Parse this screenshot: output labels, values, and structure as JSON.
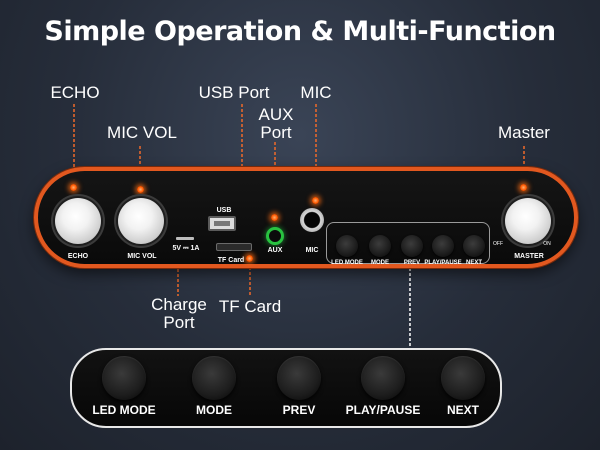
{
  "headline": "Simple Operation & Multi-Function",
  "callouts": {
    "echo": "ECHO",
    "mic_vol": "MIC VOL",
    "usb_port": "USB Port",
    "aux_port_line1": "AUX",
    "aux_port_line2": "Port",
    "mic": "MIC",
    "master": "Master",
    "charge_port_line1": "Charge",
    "charge_port_line2": "Port",
    "tf_card": "TF Card"
  },
  "panel": {
    "echo_label": "ECHO",
    "mic_vol_label": "MIC VOL",
    "usb_label": "USB",
    "charge_label": "5V ⎓ 1A",
    "tf_label": "TF Card",
    "aux_label": "AUX",
    "mic_label": "MIC",
    "master_label": "MASTER",
    "off_label": "OFF",
    "on_label": "ON",
    "buttons": [
      "LED MODE",
      "MODE",
      "PREV",
      "PLAY/PAUSE",
      "NEXT"
    ]
  },
  "zoom_buttons": [
    "LED MODE",
    "MODE",
    "PREV",
    "PLAY/PAUSE",
    "NEXT"
  ],
  "colors": {
    "accent_orange": "#e2581f",
    "aux_green": "#28c340",
    "background": "#2b3240"
  }
}
